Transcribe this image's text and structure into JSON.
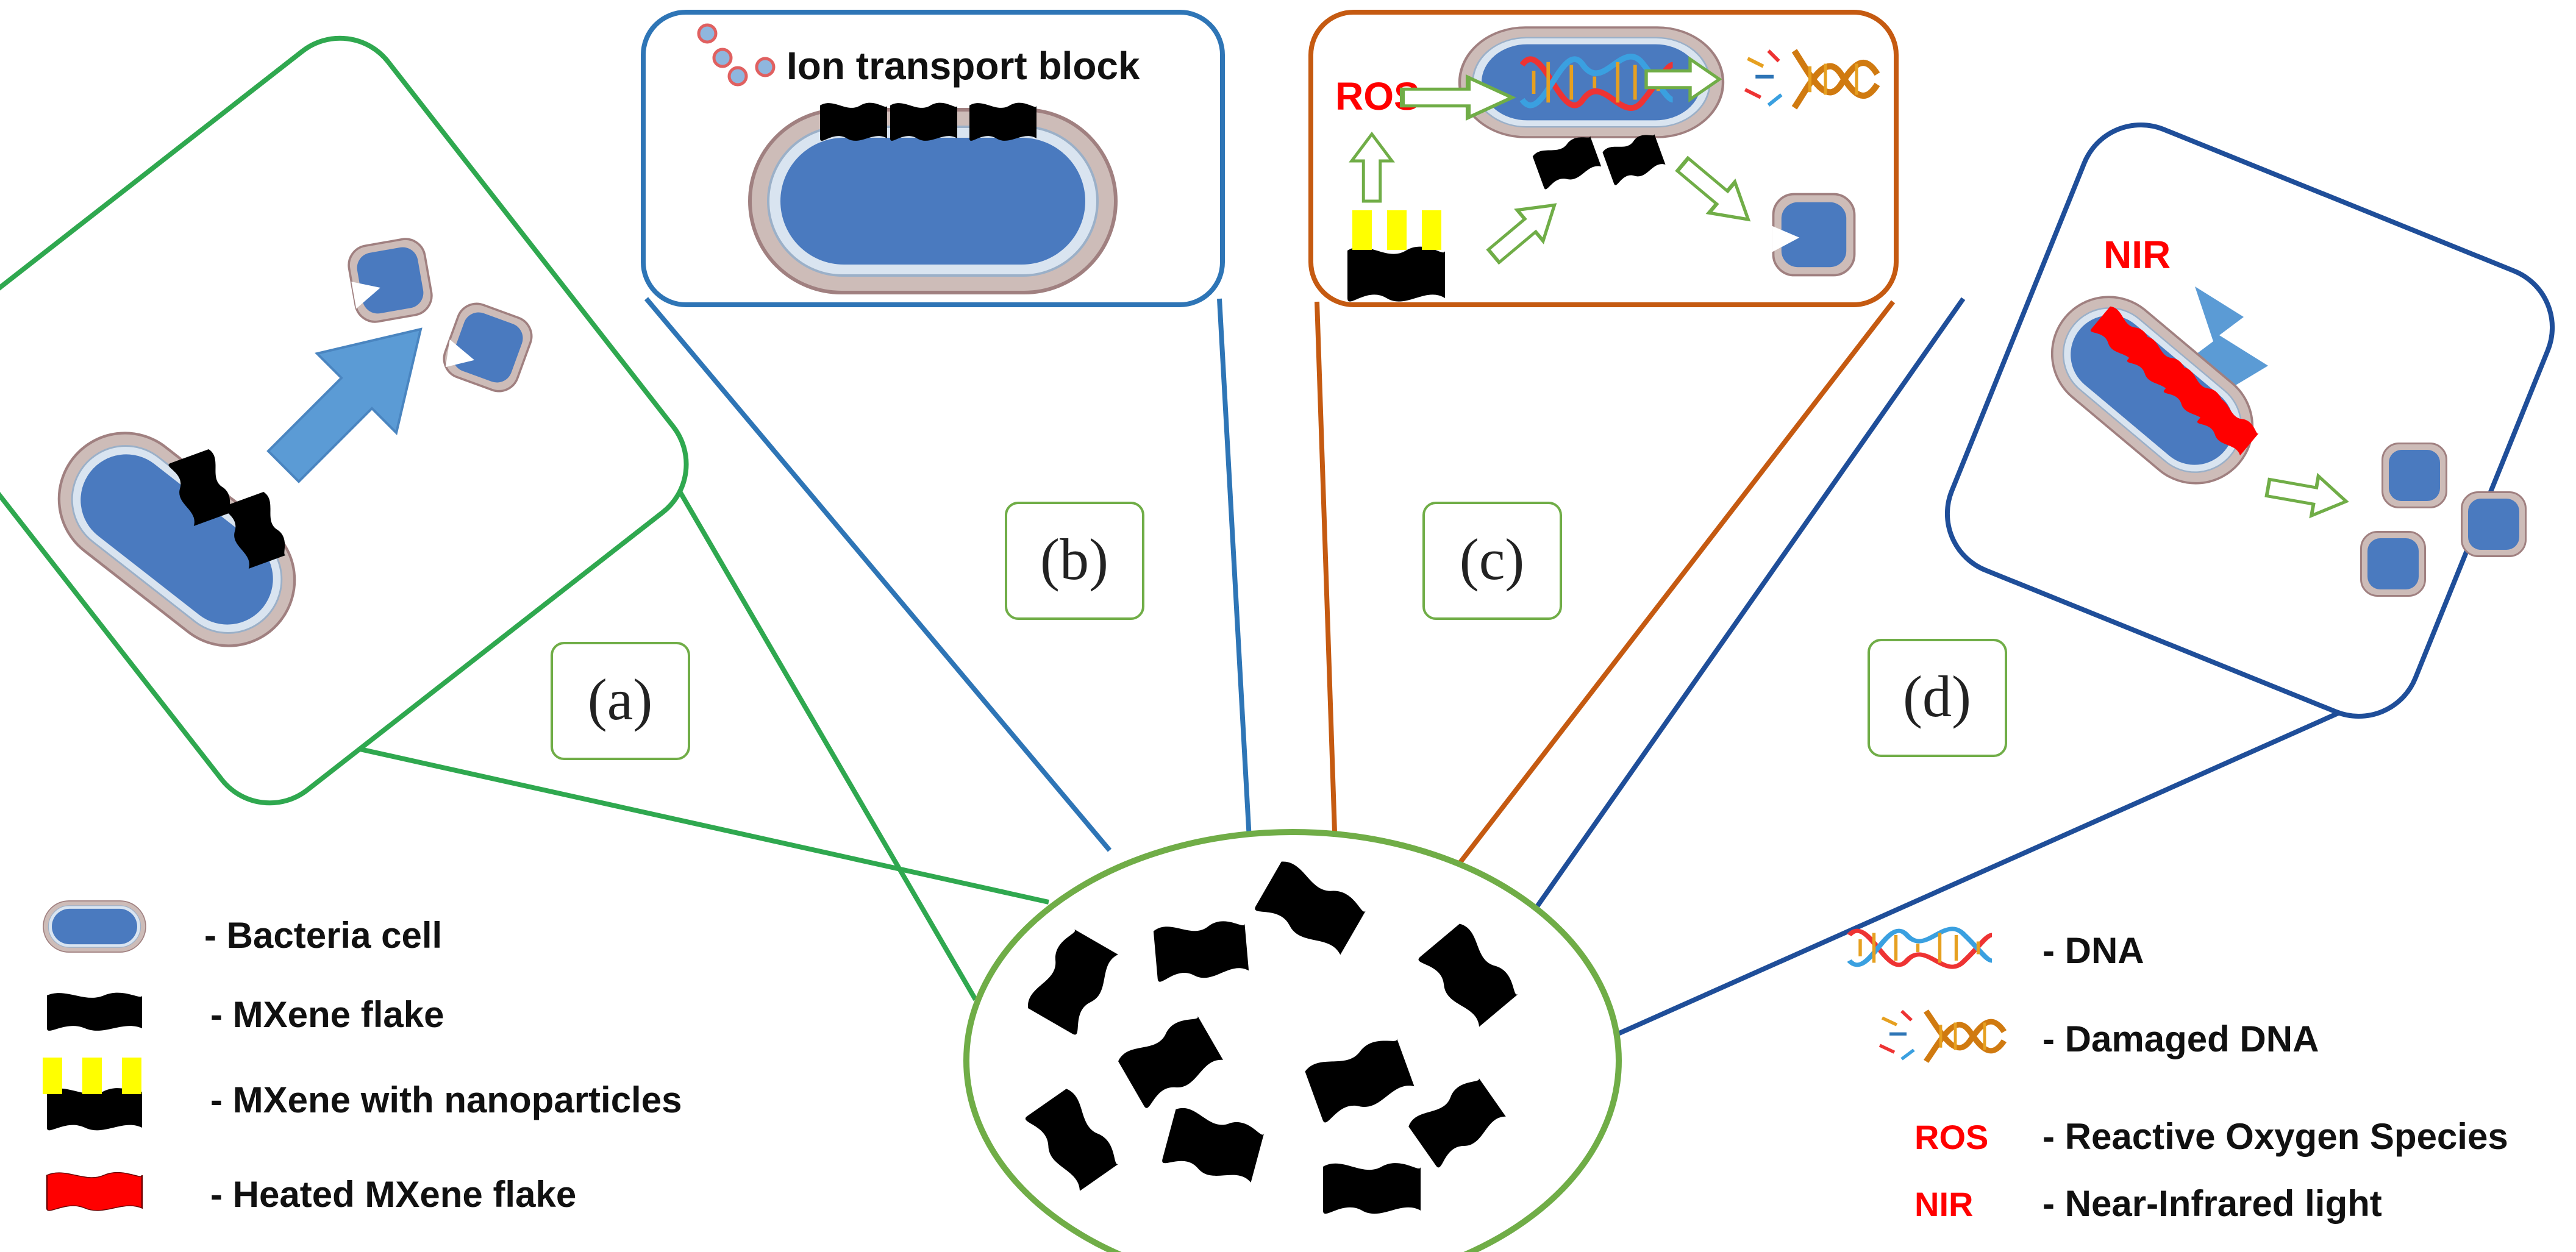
{
  "panels": {
    "a": {
      "tag": "(a)"
    },
    "b": {
      "tag": "(b)",
      "caption": "Ion transport block"
    },
    "c": {
      "tag": "(c)",
      "ros_label": "ROS"
    },
    "d": {
      "tag": "(d)",
      "nir_label": "NIR"
    }
  },
  "legend_left": [
    {
      "key": "bacteria",
      "text": "- Bacteria cell"
    },
    {
      "key": "mxene",
      "text": "- MXene flake"
    },
    {
      "key": "mxene-np",
      "text": "- MXene with nanoparticles"
    },
    {
      "key": "heated",
      "text": "- Heated MXene flake"
    }
  ],
  "legend_right": [
    {
      "key": "dna",
      "text": "- DNA"
    },
    {
      "key": "damaged-dna",
      "text": "- Damaged DNA"
    },
    {
      "key": "ros",
      "abbr": "ROS",
      "text": "- Reactive Oxygen Species"
    },
    {
      "key": "nir",
      "abbr": "NIR",
      "text": "- Near-Infrared light"
    }
  ],
  "colors": {
    "panel_a": "#2fa84f",
    "panel_b": "#2e75b6",
    "panel_c": "#c55a11",
    "panel_d": "#1f4e99",
    "center": "#70ad47",
    "cell_fill": "#4a7abf",
    "cell_wall": "#c9b8b4",
    "arrow_green": "#70ad47",
    "arrow_blue": "#5b9bd5",
    "red": "#ff0000",
    "yellow": "#ffff00",
    "ros_text": "#ff0000"
  }
}
